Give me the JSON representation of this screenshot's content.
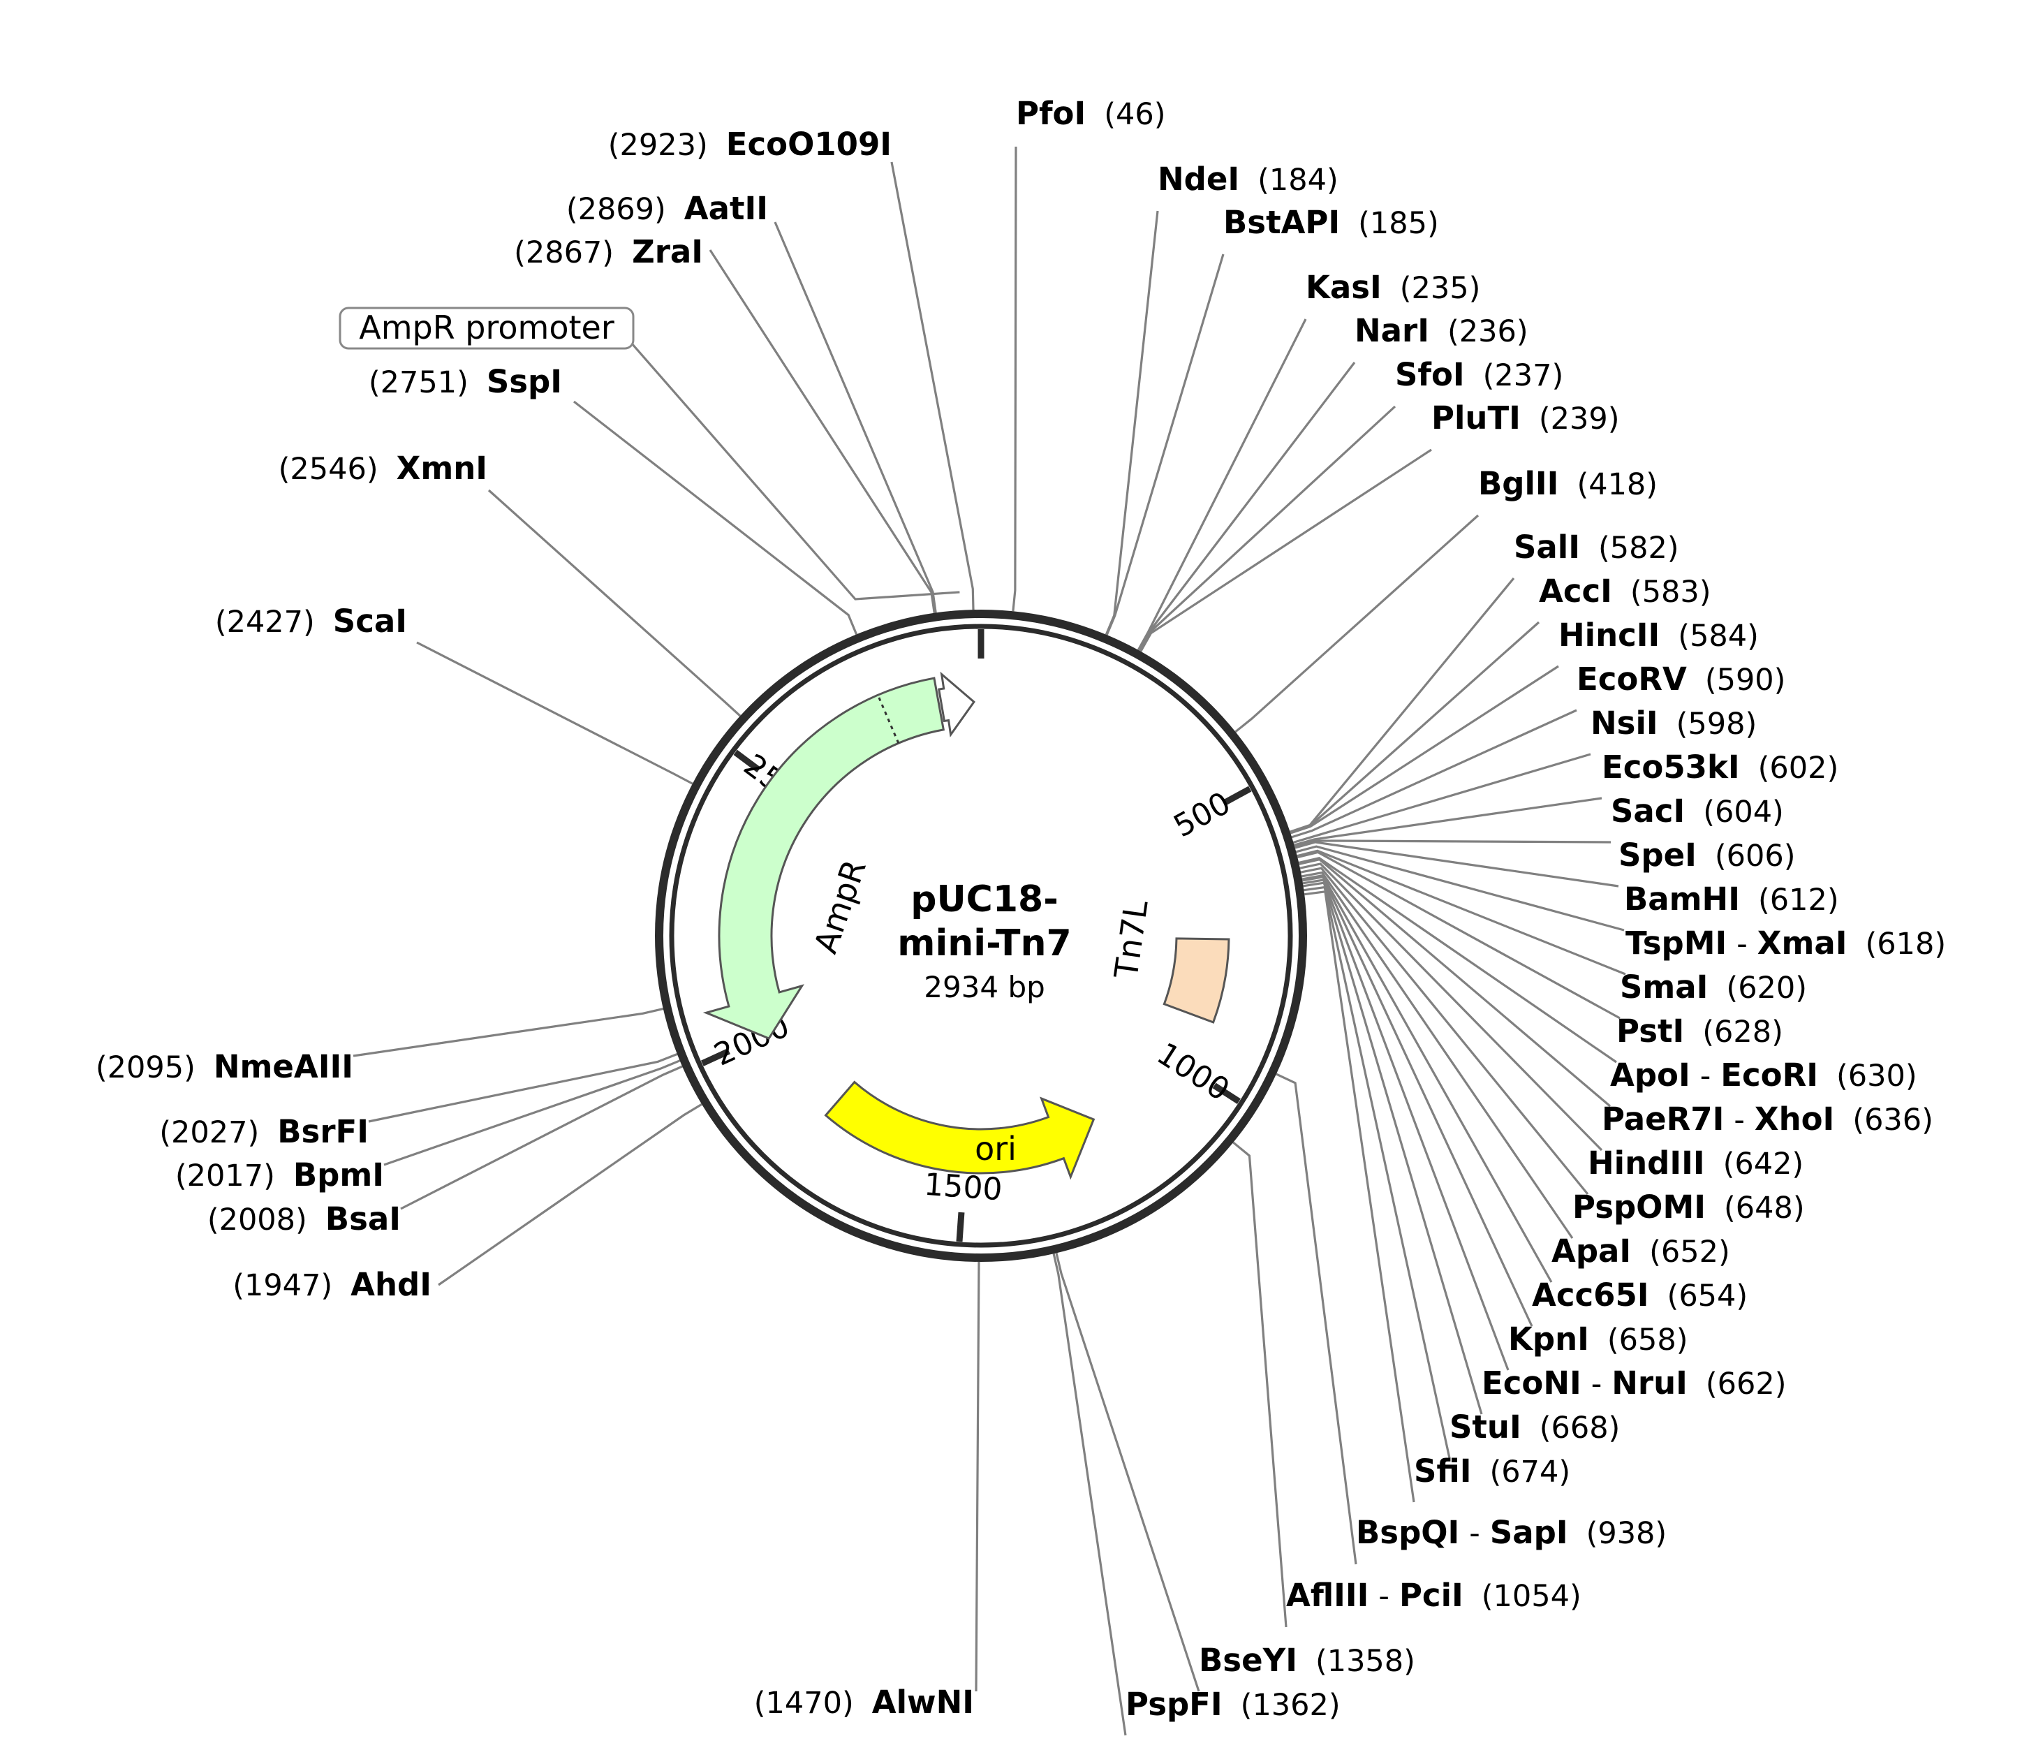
{
  "plasmid": {
    "name_line1": "pUC18-",
    "name_line2": "mini-Tn7",
    "size_label": "2934 bp",
    "length": 2934
  },
  "colors": {
    "backbone": "#2b2b2b",
    "leader": "#808080",
    "AmpR": "#ccffcc",
    "ori": "#ffff00",
    "Tn7L": "#fbdcbb",
    "promoter": "#ffffff"
  },
  "ticks": [
    {
      "pos": 0,
      "label": ""
    },
    {
      "pos": 500,
      "label": "500"
    },
    {
      "pos": 1000,
      "label": "1000"
    },
    {
      "pos": 1500,
      "label": "1500"
    },
    {
      "pos": 2000,
      "label": "2000"
    },
    {
      "pos": 2500,
      "label": "2500"
    }
  ],
  "features": [
    {
      "name": "AmpR",
      "start": 1990,
      "end": 2850,
      "direction": "reverse",
      "color": "#ccffcc",
      "label": "AmpR"
    },
    {
      "name": "ori",
      "start": 1210,
      "end": 1800,
      "direction": "reverse",
      "color": "#ffff00",
      "label": "ori"
    },
    {
      "name": "Tn7L",
      "start": 740,
      "end": 900,
      "direction": "none",
      "color": "#fbdcbb",
      "label": "Tn7L"
    },
    {
      "name": "AmpR promoter",
      "start": 2855,
      "end": 2920,
      "direction": "forward",
      "color": "#ffffff",
      "label": "AmpR promoter"
    }
  ],
  "sites": [
    {
      "names": [
        "PfoI"
      ],
      "pos": "(46)",
      "bp": 46
    },
    {
      "names": [
        "NdeI"
      ],
      "pos": "(184)",
      "bp": 184
    },
    {
      "names": [
        "BstAPI"
      ],
      "pos": "(185)",
      "bp": 185
    },
    {
      "names": [
        "KasI"
      ],
      "pos": "(235)",
      "bp": 235
    },
    {
      "names": [
        "NarI"
      ],
      "pos": "(236)",
      "bp": 236
    },
    {
      "names": [
        "SfoI"
      ],
      "pos": "(237)",
      "bp": 237
    },
    {
      "names": [
        "PluTI"
      ],
      "pos": "(239)",
      "bp": 239
    },
    {
      "names": [
        "BglII"
      ],
      "pos": "(418)",
      "bp": 418
    },
    {
      "names": [
        "SalI"
      ],
      "pos": "(582)",
      "bp": 582
    },
    {
      "names": [
        "AccI"
      ],
      "pos": "(583)",
      "bp": 583
    },
    {
      "names": [
        "HincII"
      ],
      "pos": "(584)",
      "bp": 584
    },
    {
      "names": [
        "EcoRV"
      ],
      "pos": "(590)",
      "bp": 590
    },
    {
      "names": [
        "NsiI"
      ],
      "pos": "(598)",
      "bp": 598
    },
    {
      "names": [
        "Eco53kI"
      ],
      "pos": "(602)",
      "bp": 602
    },
    {
      "names": [
        "SacI"
      ],
      "pos": "(604)",
      "bp": 604
    },
    {
      "names": [
        "SpeI"
      ],
      "pos": "(606)",
      "bp": 606
    },
    {
      "names": [
        "BamHI"
      ],
      "pos": "(612)",
      "bp": 612
    },
    {
      "names": [
        "TspMI",
        "XmaI"
      ],
      "pos": "(618)",
      "bp": 618
    },
    {
      "names": [
        "SmaI"
      ],
      "pos": "(620)",
      "bp": 620
    },
    {
      "names": [
        "PstI"
      ],
      "pos": "(628)",
      "bp": 628
    },
    {
      "names": [
        "ApoI",
        "EcoRI"
      ],
      "pos": "(630)",
      "bp": 630
    },
    {
      "names": [
        "PaeR7I",
        "XhoI"
      ],
      "pos": "(636)",
      "bp": 636
    },
    {
      "names": [
        "HindIII"
      ],
      "pos": "(642)",
      "bp": 642
    },
    {
      "names": [
        "PspOMI"
      ],
      "pos": "(648)",
      "bp": 648
    },
    {
      "names": [
        "ApaI"
      ],
      "pos": "(652)",
      "bp": 652
    },
    {
      "names": [
        "Acc65I"
      ],
      "pos": "(654)",
      "bp": 654
    },
    {
      "names": [
        "KpnI"
      ],
      "pos": "(658)",
      "bp": 658
    },
    {
      "names": [
        "EcoNI",
        "NruI"
      ],
      "pos": "(662)",
      "bp": 662
    },
    {
      "names": [
        "StuI"
      ],
      "pos": "(668)",
      "bp": 668
    },
    {
      "names": [
        "SfiI"
      ],
      "pos": "(674)",
      "bp": 674
    },
    {
      "names": [
        "BspQI",
        "SapI"
      ],
      "pos": "(938)",
      "bp": 938
    },
    {
      "names": [
        "AflIII",
        "PciI"
      ],
      "pos": "(1054)",
      "bp": 1054
    },
    {
      "names": [
        "BseYI"
      ],
      "pos": "(1358)",
      "bp": 1358
    },
    {
      "names": [
        "PspFI"
      ],
      "pos": "(1362)",
      "bp": 1362
    },
    {
      "names": [
        "AlwNI"
      ],
      "pos": "(1470)",
      "bp": 1470
    },
    {
      "names": [
        "AhdI"
      ],
      "pos": "(1947)",
      "bp": 1947
    },
    {
      "names": [
        "BsaI"
      ],
      "pos": "(2008)",
      "bp": 2008
    },
    {
      "names": [
        "BpmI"
      ],
      "pos": "(2017)",
      "bp": 2017
    },
    {
      "names": [
        "BsrFI"
      ],
      "pos": "(2027)",
      "bp": 2027
    },
    {
      "names": [
        "NmeAIII"
      ],
      "pos": "(2095)",
      "bp": 2095
    },
    {
      "names": [
        "ScaI"
      ],
      "pos": "(2427)",
      "bp": 2427
    },
    {
      "names": [
        "XmnI"
      ],
      "pos": "(2546)",
      "bp": 2546
    },
    {
      "names": [
        "SspI"
      ],
      "pos": "(2751)",
      "bp": 2751
    },
    {
      "names": [
        "ZraI"
      ],
      "pos": "(2867)",
      "bp": 2867
    },
    {
      "names": [
        "AatII"
      ],
      "pos": "(2869)",
      "bp": 2869
    },
    {
      "names": [
        "EcoO109I"
      ],
      "pos": "(2923)",
      "bp": 2923
    }
  ],
  "separator": "-"
}
